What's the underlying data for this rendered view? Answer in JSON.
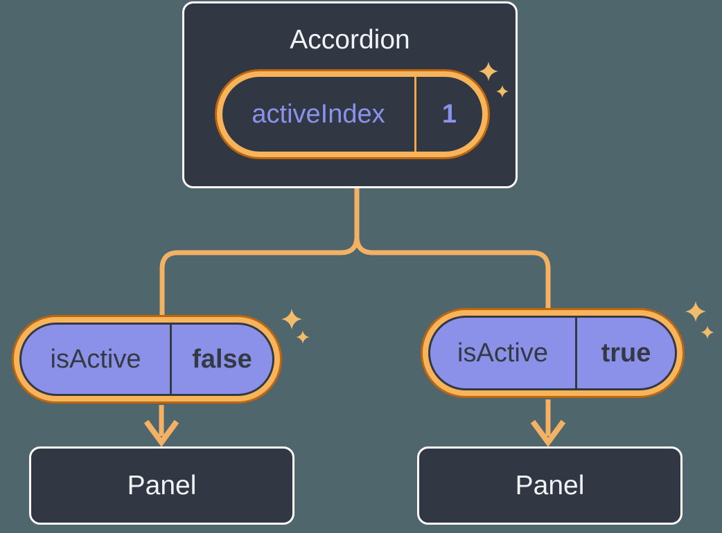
{
  "colors": {
    "background": "#4E666C",
    "card_bg": "#323843",
    "card_border": "#FFFFFF",
    "ring_gold": "#F7B45A",
    "ring_outline": "#BC660F",
    "connector": "#F3B164",
    "sparkle": "#F2BC6B",
    "divider_gold": "#EFA843",
    "pill_purple": "#8B90E8",
    "pill_dark_border": "#333842",
    "text_dark": "#343A43",
    "text_light": "#F1F3F6",
    "text_purple": "#8A93EC"
  },
  "accordion": {
    "title": "Accordion",
    "state": {
      "name": "activeIndex",
      "value": "1"
    }
  },
  "children": [
    {
      "prop": {
        "name": "isActive",
        "value": "false"
      },
      "panel_label": "Panel"
    },
    {
      "prop": {
        "name": "isActive",
        "value": "true"
      },
      "panel_label": "Panel"
    }
  ]
}
